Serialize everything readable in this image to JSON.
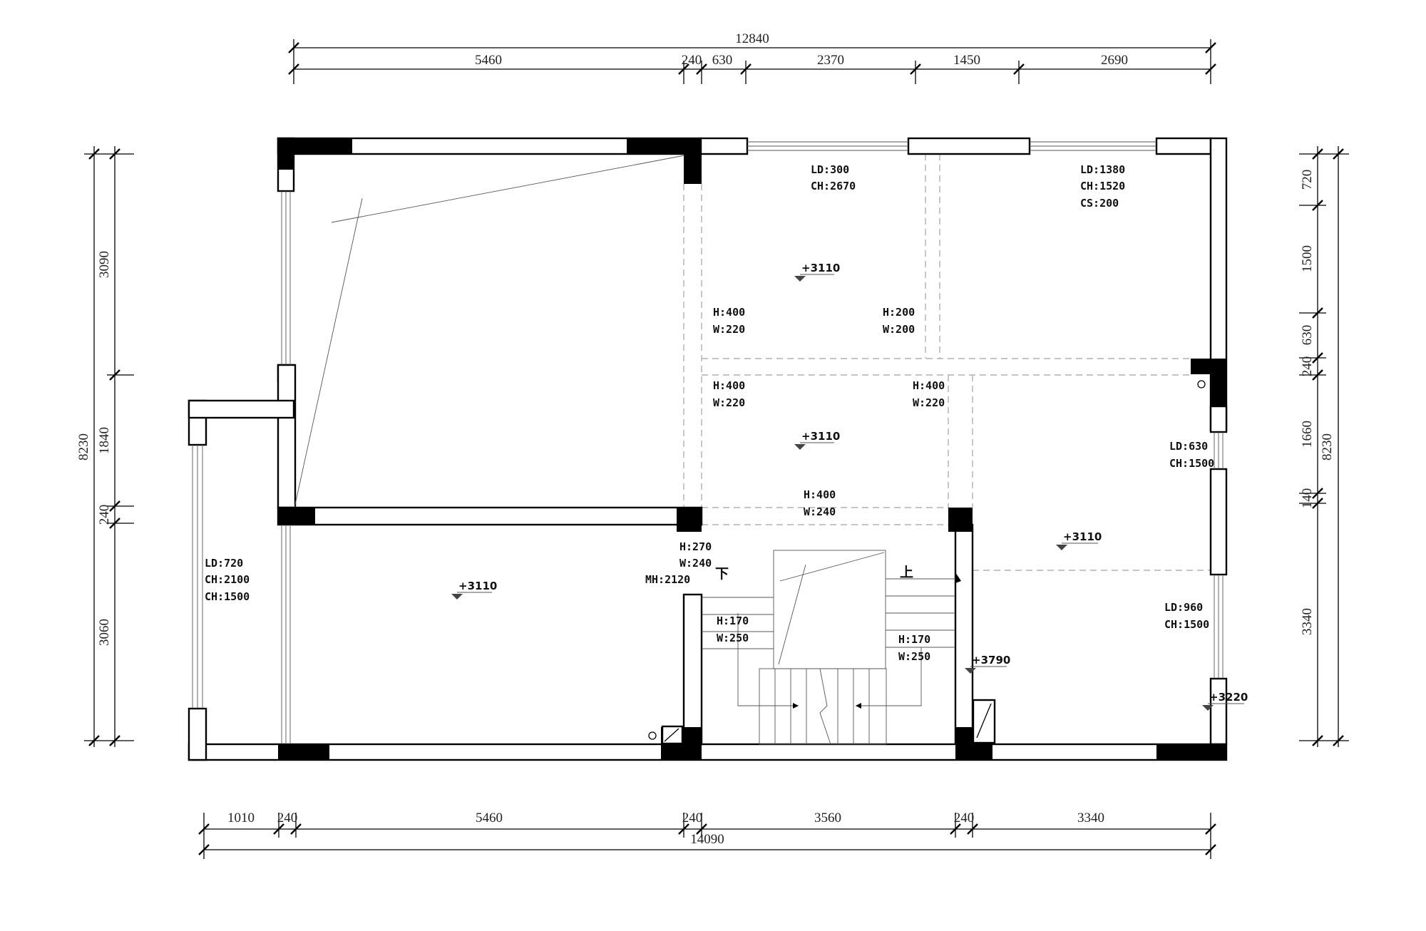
{
  "dimensions": {
    "top_total": "12840",
    "top_segments": [
      "5460",
      "240",
      "630",
      "2370",
      "1450",
      "2690"
    ],
    "bottom_segments": [
      "1010",
      "240",
      "5460",
      "240",
      "3560",
      "240",
      "3340"
    ],
    "bottom_total": "14090",
    "left_total": "8230",
    "left_segments": [
      "3090",
      "1840",
      "240",
      "3060"
    ],
    "right_total": "8230",
    "right_segments": [
      "720",
      "1500",
      "630",
      "240",
      "1660",
      "140",
      "3340"
    ]
  },
  "notes": {
    "win_top_mid": [
      "LD:300",
      "CH:2670"
    ],
    "win_top_right": [
      "LD:1380",
      "CH:1520",
      "CS:200"
    ],
    "beam_a": [
      "H:400",
      "W:220"
    ],
    "beam_b": [
      "H:200",
      "W:200"
    ],
    "beam_c": [
      "H:400",
      "W:220"
    ],
    "beam_d": [
      "H:400",
      "W:220"
    ],
    "beam_e": [
      "H:400",
      "W:240"
    ],
    "beam_f": [
      "H:270",
      "W:240",
      "MH:2120"
    ],
    "stair_left": [
      "H:170",
      "W:250"
    ],
    "stair_right": [
      "H:170",
      "W:250"
    ],
    "win_left": [
      "LD:720",
      "CH:2100",
      "CH:1500"
    ],
    "win_right_upper": [
      "LD:630",
      "CH:1500"
    ],
    "win_right_lower": [
      "LD:960",
      "CH:1500"
    ]
  },
  "elevations": [
    "+3110",
    "+3110",
    "+3110",
    "+3110",
    "+3790",
    "+3220"
  ],
  "stair_labels": {
    "down": "下",
    "up": "上"
  }
}
